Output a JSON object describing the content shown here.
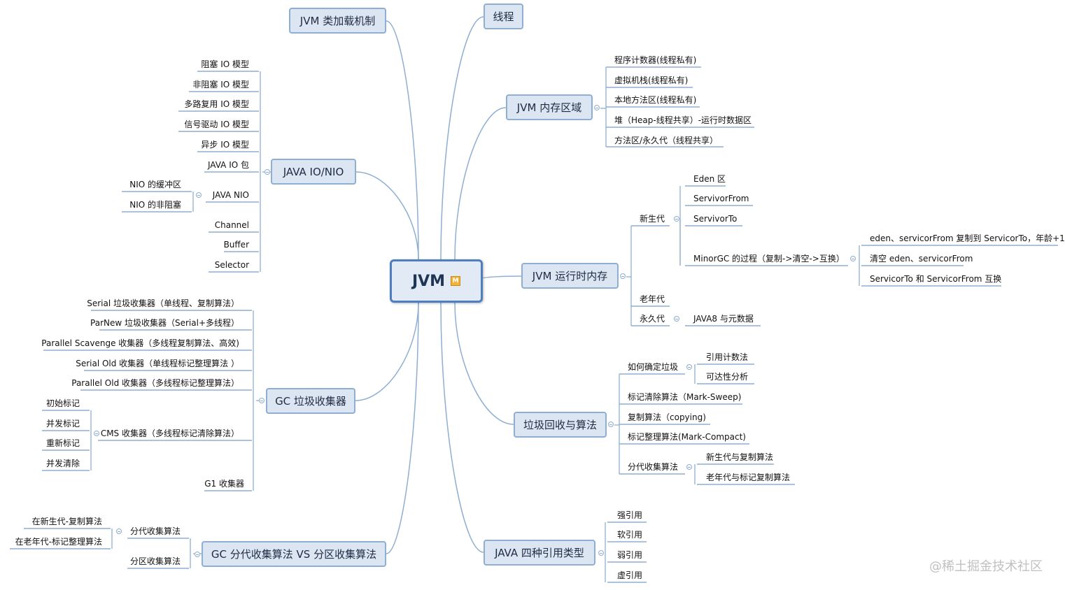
{
  "root": {
    "label": "JVM",
    "badge": "M"
  },
  "branches": {
    "class_loading": {
      "label": "JVM 类加载机制"
    },
    "thread": {
      "label": "线程"
    },
    "memory": {
      "label": "JVM 内存区域",
      "items": [
        "程序计数器(线程私有)",
        "虚拟机栈(线程私有)",
        "本地方法区(线程私有)",
        "堆（Heap-线程共享）-运行时数据区",
        "方法区/永久代（线程共享）"
      ]
    },
    "runtime": {
      "label": "JVM 运行时内存",
      "young": {
        "label": "新生代",
        "items": [
          "Eden 区",
          "ServivorFrom",
          "ServivorTo",
          "MinorGC 的过程（复制->清空->互换）"
        ]
      },
      "minor_gc": [
        "eden、servicorFrom 复制到 ServicorTo，年龄+1",
        "清空 eden、servicorFrom",
        "ServicorTo 和 ServicorFrom 互换"
      ],
      "old": "老年代",
      "perm": {
        "label": "永久代",
        "item": "JAVA8 与元数据"
      }
    },
    "gc_algo": {
      "label": "垃圾回收与算法",
      "determine": {
        "label": "如何确定垃圾",
        "items": [
          "引用计数法",
          "可达性分析"
        ]
      },
      "items": [
        "标记清除算法（Mark-Sweep)",
        "复制算法（copying)",
        "标记整理算法(Mark-Compact)"
      ],
      "generational": {
        "label": "分代收集算法",
        "items": [
          "新生代与复制算法",
          "老年代与标记复制算法"
        ]
      }
    },
    "references": {
      "label": "JAVA 四种引用类型",
      "items": [
        "强引用",
        "软引用",
        "弱引用",
        "虚引用"
      ]
    },
    "io": {
      "label": "JAVA IO/NIO",
      "items": [
        "阻塞 IO 模型",
        "非阻塞 IO 模型",
        "多路复用 IO 模型",
        "信号驱动 IO 模型",
        "异步 IO 模型",
        "JAVA IO 包"
      ],
      "nio": {
        "label": "JAVA NIO",
        "items": [
          "NIO 的缓冲区",
          "NIO 的非阻塞"
        ]
      },
      "tail": [
        "Channel",
        "Buffer",
        "Selector"
      ]
    },
    "gc_collectors": {
      "label": "GC 垃圾收集器",
      "items": [
        "Serial 垃圾收集器（单线程、复制算法）",
        "ParNew 垃圾收集器（Serial+多线程）",
        "Parallel Scavenge 收集器（多线程复制算法、高效)",
        "Serial Old 收集器（单线程标记整理算法 ）",
        "Parallel Old 收集器（多线程标记整理算法）"
      ],
      "cms": {
        "label": "CMS 收集器（多线程标记清除算法）",
        "items": [
          "初始标记",
          "并发标记",
          "重新标记",
          "并发清除"
        ]
      },
      "g1": "G1 收集器"
    },
    "gc_vs": {
      "label": "GC 分代收集算法 VS 分区收集算法",
      "generational": {
        "label": "分代收集算法",
        "items": [
          "在新生代-复制算法",
          "在老年代-标记整理算法"
        ]
      },
      "partition": "分区收集算法"
    }
  },
  "watermark": "@稀土掘金技术社区"
}
